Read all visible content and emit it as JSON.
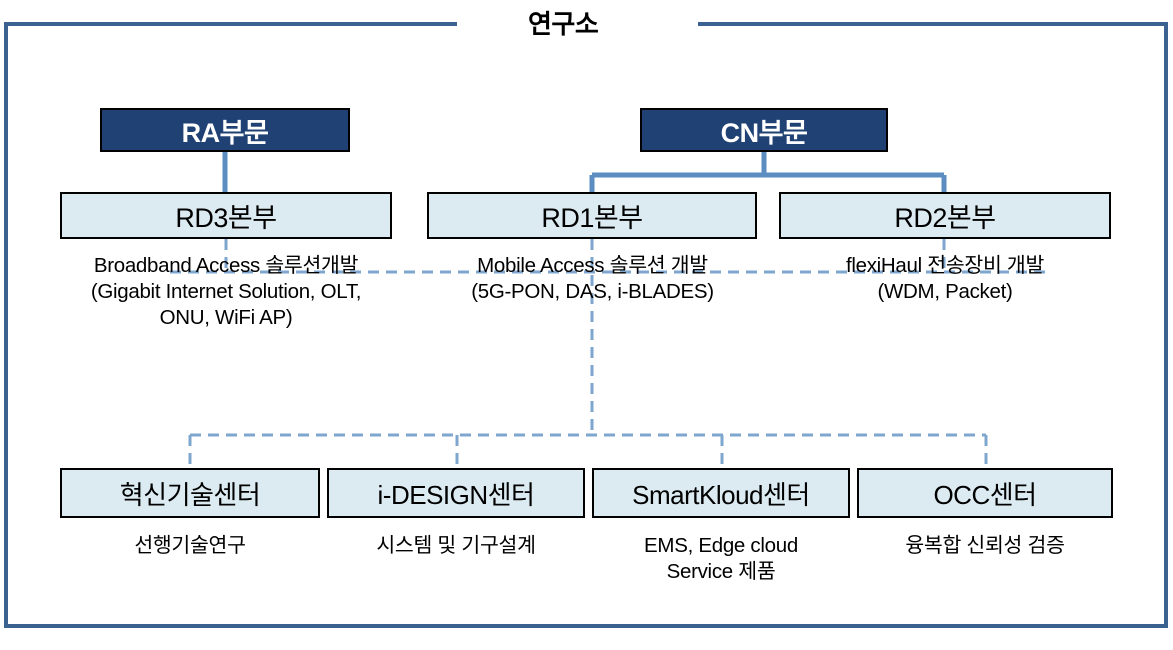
{
  "diagram": {
    "title": "연구소",
    "frame_color": "#3A6190",
    "solid_connector_color": "#5B8DC0",
    "dashed_connector_color": "#7FA6CE",
    "dept_box_fill": "#1F4173",
    "unit_box_fill": "#DCEBF2",
    "box_border_color": "#000000"
  },
  "divisions": [
    {
      "id": "ra",
      "label": "RA부문"
    },
    {
      "id": "cn",
      "label": "CN부문"
    }
  ],
  "units": [
    {
      "id": "rd3",
      "label": "RD3본부",
      "caption": "Broadband Access 솔루션개발\n(Gigabit Internet Solution, OLT,\nONU, WiFi AP)",
      "parent": "RA부문"
    },
    {
      "id": "rd1",
      "label": "RD1본부",
      "caption": "Mobile Access 솔루션 개발\n(5G-PON, DAS, i-BLADES)",
      "parent": "CN부문"
    },
    {
      "id": "rd2",
      "label": "RD2본부",
      "caption": "flexiHaul 전송장비 개발\n(WDM, Packet)",
      "parent": "CN부문"
    }
  ],
  "centers": [
    {
      "id": "innovation",
      "label": "혁신기술센터",
      "caption": "선행기술연구"
    },
    {
      "id": "idesign",
      "label": "i-DESIGN센터",
      "caption": "시스템 및 기구설계"
    },
    {
      "id": "smartkloud",
      "label": "SmartKloud센터",
      "caption": "EMS,  Edge cloud\nService 제품"
    },
    {
      "id": "occ",
      "label": "OCC센터",
      "caption": "융복합 신뢰성 검증"
    }
  ]
}
